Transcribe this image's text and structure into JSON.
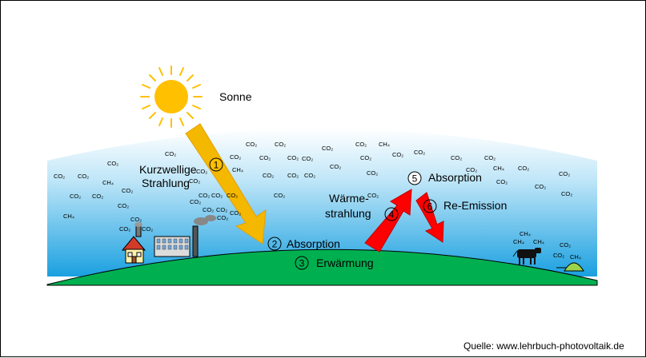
{
  "labels": {
    "sun": "Sonne",
    "shortwave_line1": "Kurzwellige",
    "shortwave_line2": "Strahlung",
    "absorption_ground": "Absorption",
    "warming": "Erwärmung",
    "heat_line1": "Wärme-",
    "heat_line2": "strahlung",
    "absorption_atmosphere": "Absorption",
    "reemission": "Re-Emission",
    "source": "Quelle: www.lehrbuch-photovoltaik.de"
  },
  "steps": [
    "1",
    "2",
    "3",
    "4",
    "5",
    "6"
  ],
  "gas_labels": [
    "CO₂",
    "CH₄"
  ],
  "colors": {
    "sun": "#FFC000",
    "sun_ray": "#FFC000",
    "shortwave_arrow": "#F5B800",
    "heat_arrow": "#FF0000",
    "ground": "#00B050",
    "sky_top": "#FFFFFF",
    "sky_bottom": "#1BA1E2"
  }
}
